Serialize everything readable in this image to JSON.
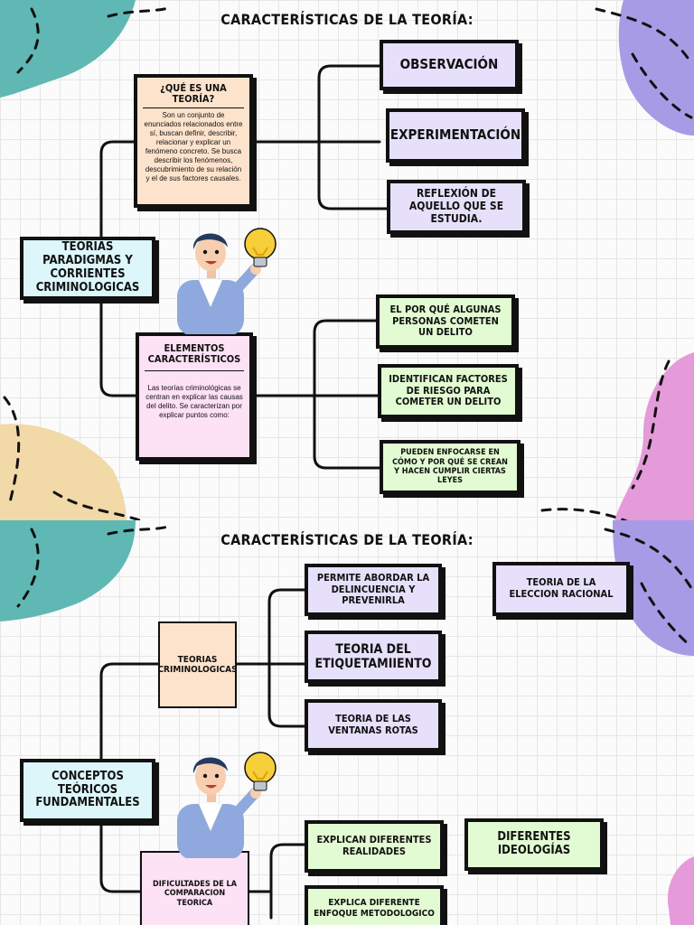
{
  "colors": {
    "purple": "#e6e0fb",
    "green": "#e2fbd2",
    "cyan": "#dcf6fa",
    "peach": "#fde3cc",
    "pink": "#fde1f4",
    "border": "#111111"
  },
  "panel1": {
    "title": "CARACTERÍSTICAS DE LA TEORÍA:",
    "root": "TEORIAS PARADIGMAS Y CORRIENTES CRIMINOLOGICAS",
    "what_is": {
      "head": "¿QUÉ ES UNA TEORÍA?",
      "body": "Son un conjunto de enunciados relacionados entre sí, buscan definir, describir, relacionar y explicar un fenómeno concreto. Se busca describir los fenómenos, descubrimiento de su relación y el de sus factores causales."
    },
    "features": [
      "OBSERVACIÓN",
      "EXPERIMENTACIÓN",
      "REFLEXIÓN DE AQUELLO QUE SE ESTUDIA."
    ],
    "elements": {
      "head": "ELEMENTOS CARACTERÍSTICOS",
      "body": "Las teorías criminológicas se centran en explicar las causas del delito. Se caracterizan por explicar puntos como:"
    },
    "points": [
      "EL POR QUÉ ALGUNAS PERSONAS COMETEN UN DELITO",
      "IDENTIFICAN FACTORES DE RIESGO PARA COMETER UN DELITO",
      "PUEDEN ENFOCARSE EN CÓMO Y POR QUÉ SE CREAN Y HACEN CUMPLIR CIERTAS LEYES"
    ],
    "icons": [
      "person-with-lightbulb-icon"
    ]
  },
  "panel2": {
    "title": "CARACTERÍSTICAS DE LA TEORÍA:",
    "root": "CONCEPTOS TEÓRICOS FUNDAMENTALES",
    "theories": "TEORIAS CRIMINOLOGICAS",
    "theory_items": [
      "PERMITE ABORDAR LA DELINCUENCIA Y PREVENIRLA",
      "TEORIA DEL ETIQUETAMIIENTO",
      "TEORIA DE LAS VENTANAS ROTAS"
    ],
    "side_item": "TEORIA DE LA ELECCION RACIONAL",
    "difficulties": "DIFICULTADES DE LA COMPARACION TEORICA",
    "difficulty_items": [
      "EXPLICAN DIFERENTES REALIDADES",
      "EXPLICA DIFERENTE ENFOQUE METODOLOGICO"
    ],
    "ideologies": "DIFERENTES IDEOLOGÍAS",
    "icons": [
      "person-with-lightbulb-icon"
    ]
  }
}
